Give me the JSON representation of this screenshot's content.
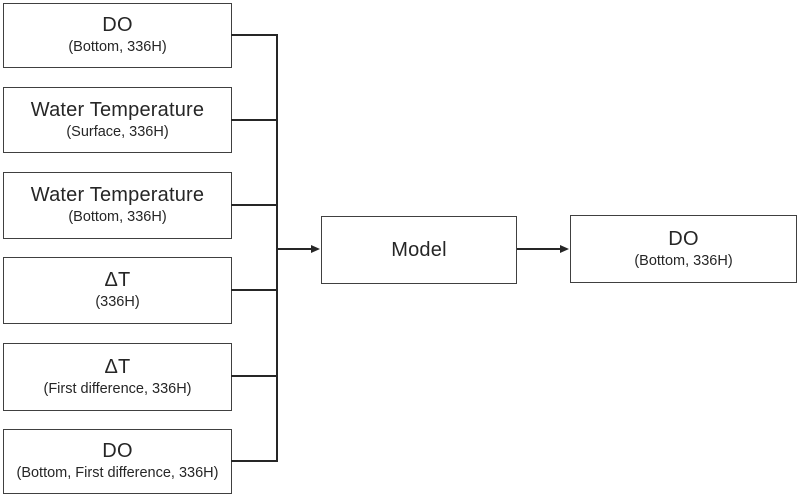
{
  "diagram": {
    "inputs": [
      {
        "title": "DO",
        "subtitle": "(Bottom, 336H)"
      },
      {
        "title": "Water Temperature",
        "subtitle": "(Surface, 336H)"
      },
      {
        "title": "Water Temperature",
        "subtitle": "(Bottom, 336H)"
      },
      {
        "title": "ΔT",
        "subtitle": "(336H)"
      },
      {
        "title": "ΔT",
        "subtitle": "(First difference, 336H)"
      },
      {
        "title": "DO",
        "subtitle": "(Bottom, First difference, 336H)"
      }
    ],
    "model": {
      "title": "Model"
    },
    "output": {
      "title": "DO",
      "subtitle": "(Bottom, 336H)"
    },
    "colors": {
      "background": "#ffffff",
      "box_border": "#404040",
      "line": "#262626",
      "text": "#262626"
    }
  }
}
